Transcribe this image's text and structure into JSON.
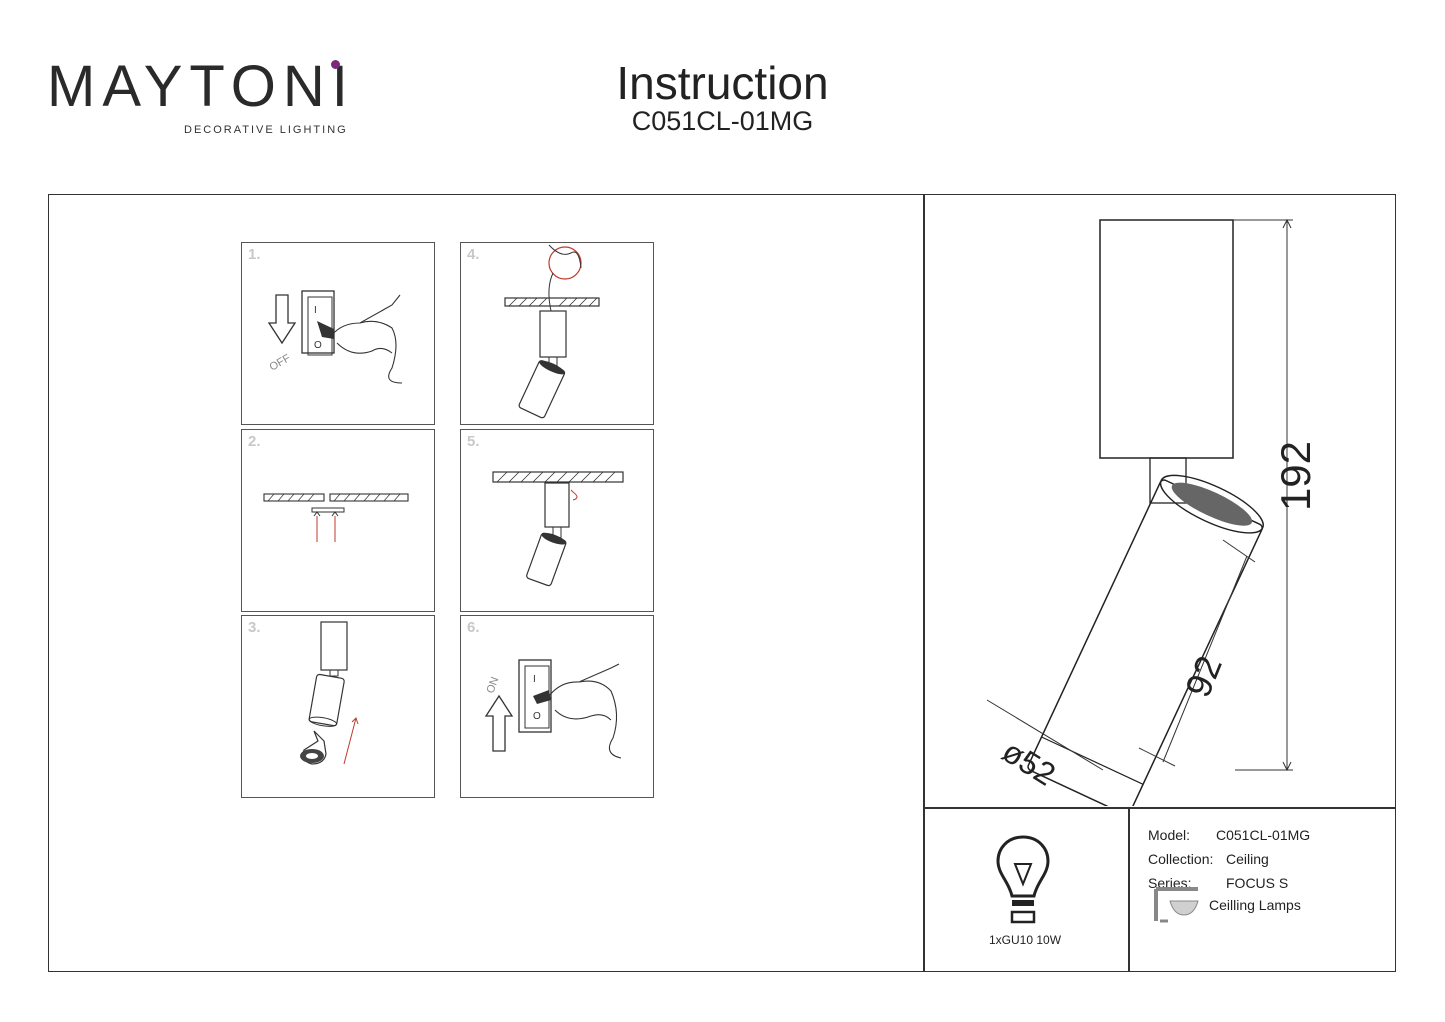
{
  "brand": {
    "name": "MAYTONI",
    "tagline": "DECORATIVE LIGHTING"
  },
  "header": {
    "title": "Instruction",
    "model": "C051CL-01MG"
  },
  "steps": [
    {
      "number": "1.",
      "action": "switch off",
      "switch_label": "OFF"
    },
    {
      "number": "2."
    },
    {
      "number": "3."
    },
    {
      "number": "4."
    },
    {
      "number": "5."
    },
    {
      "number": "6.",
      "action": "switch on",
      "switch_label": "ON"
    }
  ],
  "dimensions": {
    "height": "192",
    "body_length": "92",
    "diameter": "ø52"
  },
  "lamp": {
    "spec": "1xGU10 10W",
    "icon": "light-bulb-icon"
  },
  "specs": {
    "model_label": "Model:",
    "model_value": "C051CL-01MG",
    "collection_label": "Collection:",
    "collection_value": "Ceiling",
    "series_label": "Series:",
    "series_value": "FOCUS S",
    "category_value": "Ceilling Lamps",
    "category_icon": "ceiling-lamp-icon"
  },
  "colors": {
    "accent": "#7a2a7a",
    "arrow": "#c0392b",
    "line": "#333333"
  }
}
